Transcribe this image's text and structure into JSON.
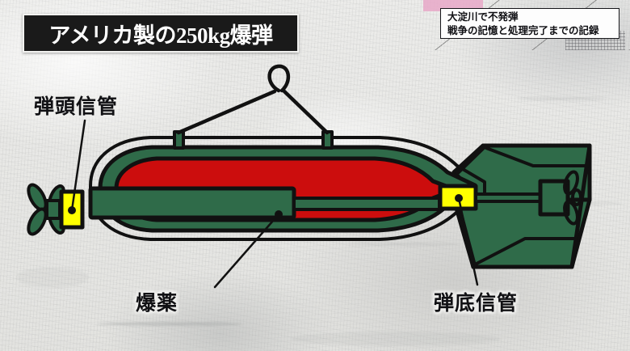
{
  "title_banner": {
    "text": "アメリカ製の250kg爆弾"
  },
  "caption_box": {
    "line1": "大淀川で不発弾",
    "line2": "戦争の記憶と処理完了までの記録"
  },
  "labels": {
    "nose_fuze": "弾頭信管",
    "explosive": "爆薬",
    "tail_fuze": "弾底信管"
  },
  "colors": {
    "background_wall": "#e9e9e6",
    "casing_green": "#2f6b49",
    "explosive_red": "#cc0d0d",
    "fuze_yellow": "#ffff00",
    "outline_black": "#111111",
    "banner_black": "#1a1a1a",
    "banner_text": "#ffffff",
    "caption_background": "#fdfdfd",
    "caption_text": "#101014",
    "decor_pink": "#e8a8c8"
  },
  "diagram": {
    "name": "cutaway-diagram-of-250kg-aerial-bomb",
    "parts": [
      "nose-fuze-assembly",
      "nose-fuze-vane-propeller",
      "nose-fuze-tube",
      "bomb-casing",
      "explosive-filling",
      "suspension-lug-front",
      "suspension-lug-rear",
      "suspension-cable-hook",
      "tail-fuze-assembly",
      "tail-fuze-rod",
      "tail-cone-fins",
      "tail-vane-propeller"
    ]
  }
}
